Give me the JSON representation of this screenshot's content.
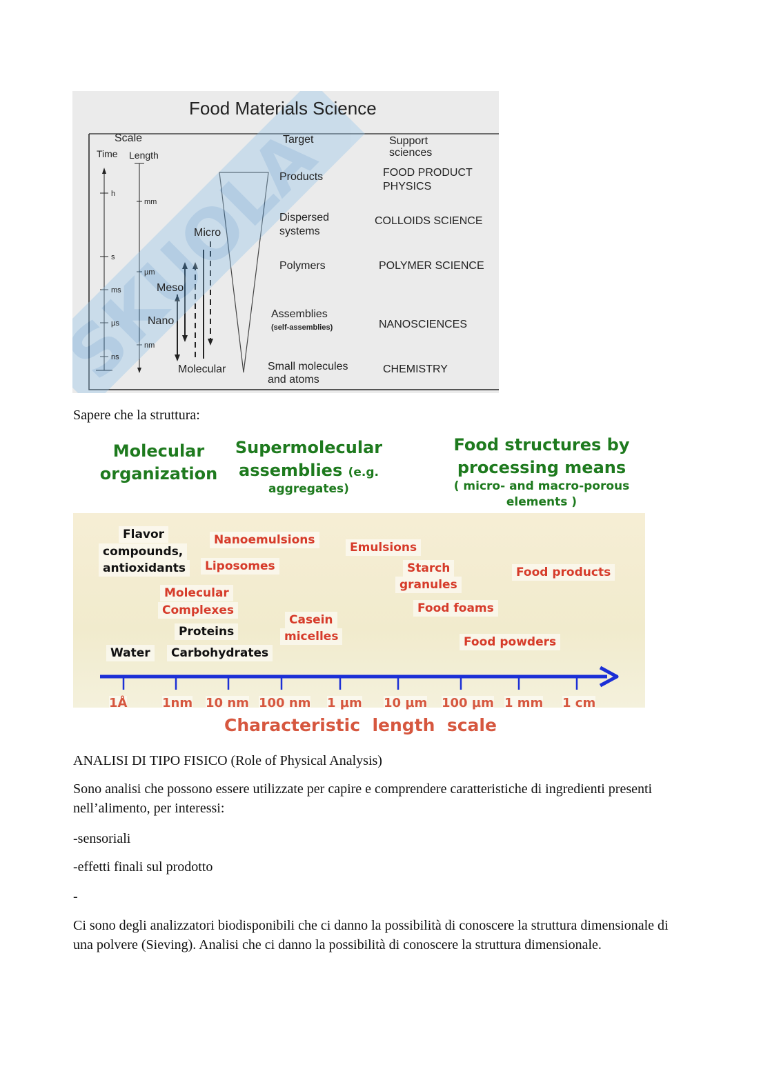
{
  "figure1": {
    "title": "Food Materials Science",
    "scale_header": "Scale",
    "time_header": "Time",
    "length_header": "Length",
    "target_header": "Target",
    "support_header_1": "Support",
    "support_header_2": "sciences",
    "time_ticks": [
      "h",
      "s",
      "ms",
      "µs",
      "ns"
    ],
    "length_ticks": [
      "mm",
      "µm",
      "nm"
    ],
    "levels": [
      "Micro",
      "Meso",
      "Nano",
      "Molecular"
    ],
    "targets": [
      {
        "line1": "Products",
        "line2": ""
      },
      {
        "line1": "Dispersed",
        "line2": "systems"
      },
      {
        "line1": "Polymers",
        "line2": ""
      },
      {
        "line1": "Assemblies",
        "line2": "(self-assemblies)"
      },
      {
        "line1": "Small molecules",
        "line2": "and atoms"
      }
    ],
    "sciences": [
      {
        "line1": "FOOD PRODUCT",
        "line2": "PHYSICS"
      },
      {
        "line1": "COLLOIDS SCIENCE",
        "line2": ""
      },
      {
        "line1": "POLYMER SCIENCE",
        "line2": ""
      },
      {
        "line1": "NANOSCIENCES",
        "line2": ""
      },
      {
        "line1": "CHEMISTRY",
        "line2": ""
      }
    ]
  },
  "caption1": "Sapere che la struttura:",
  "figure2": {
    "header_left_1": "Molecular",
    "header_left_2": "organization",
    "header_mid_1": "Supermolecular",
    "header_mid_2": "assemblies",
    "header_mid_2_small": "(e.g.",
    "header_mid_3": "aggregates)",
    "header_right_1": "Food structures by",
    "header_right_2": "processing means",
    "header_right_3": "( micro- and macro-porous",
    "header_right_4": "elements )",
    "labels": {
      "flavor_1": "Flavor",
      "flavor_2": "compounds,",
      "flavor_3": "antioxidants",
      "nanoemulsions": "Nanoemulsions",
      "liposomes": "Liposomes",
      "emulsions": "Emulsions",
      "starch_1": "Starch",
      "starch_2": "granules",
      "food_products": "Food products",
      "molecular_1": "Molecular",
      "molecular_2": "Complexes",
      "proteins": "Proteins",
      "casein_1": "Casein",
      "casein_2": "micelles",
      "food_foams": "Food foams",
      "water": "Water",
      "carbohydrates": "Carbohydrates",
      "food_powders": "Food powders"
    },
    "axis_ticks": [
      "1Å",
      "1nm",
      "10 nm",
      "100 nm",
      "1 µm",
      "10 µm",
      "100 µm",
      "1 mm",
      "1 cm"
    ],
    "axis_title": "Characteristic  length  scale",
    "colors": {
      "arrow": "#1b2fd6",
      "red_text": "#d63b2a",
      "green_text": "#1e7a1e"
    }
  },
  "heading": "ANALISI DI TIPO FISICO (Role of Physical Analysis)",
  "paragraph1": "Sono analisi che possono essere utilizzate per capire e comprendere caratteristiche di ingredienti presenti nell’alimento, per interessi:",
  "bullet1": "-sensoriali",
  "bullet2": "-effetti finali sul prodotto",
  "bullet3": "-",
  "paragraph2": "Ci sono degli analizzatori biodisponibili che ci danno la possibilità di conoscere la struttura dimensionale di una polvere (Sieving). Analisi che ci danno la possibilità di conoscere la struttura dimensionale."
}
